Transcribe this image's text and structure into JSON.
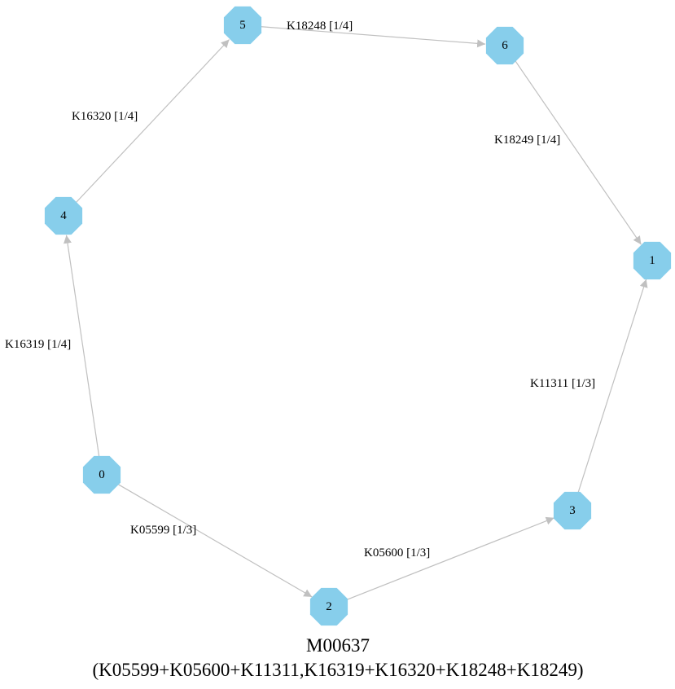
{
  "graph": {
    "id": "M00637",
    "definition": "(K05599+K05600+K11311,K16319+K16320+K18248+K18249)",
    "node_color": "#87ceeb",
    "edge_color": "#c0c0c0",
    "nodes": [
      {
        "id": "0",
        "label": "0"
      },
      {
        "id": "1",
        "label": "1"
      },
      {
        "id": "2",
        "label": "2"
      },
      {
        "id": "3",
        "label": "3"
      },
      {
        "id": "4",
        "label": "4"
      },
      {
        "id": "5",
        "label": "5"
      },
      {
        "id": "6",
        "label": "6"
      }
    ],
    "edges": [
      {
        "from": "0",
        "to": "4",
        "label": "K16319 [1/4]"
      },
      {
        "from": "4",
        "to": "5",
        "label": "K16320 [1/4]"
      },
      {
        "from": "5",
        "to": "6",
        "label": "K18248 [1/4]"
      },
      {
        "from": "6",
        "to": "1",
        "label": "K18249 [1/4]"
      },
      {
        "from": "0",
        "to": "2",
        "label": "K05599 [1/3]"
      },
      {
        "from": "2",
        "to": "3",
        "label": "K05600 [1/3]"
      },
      {
        "from": "3",
        "to": "1",
        "label": "K11311 [1/3]"
      }
    ]
  }
}
